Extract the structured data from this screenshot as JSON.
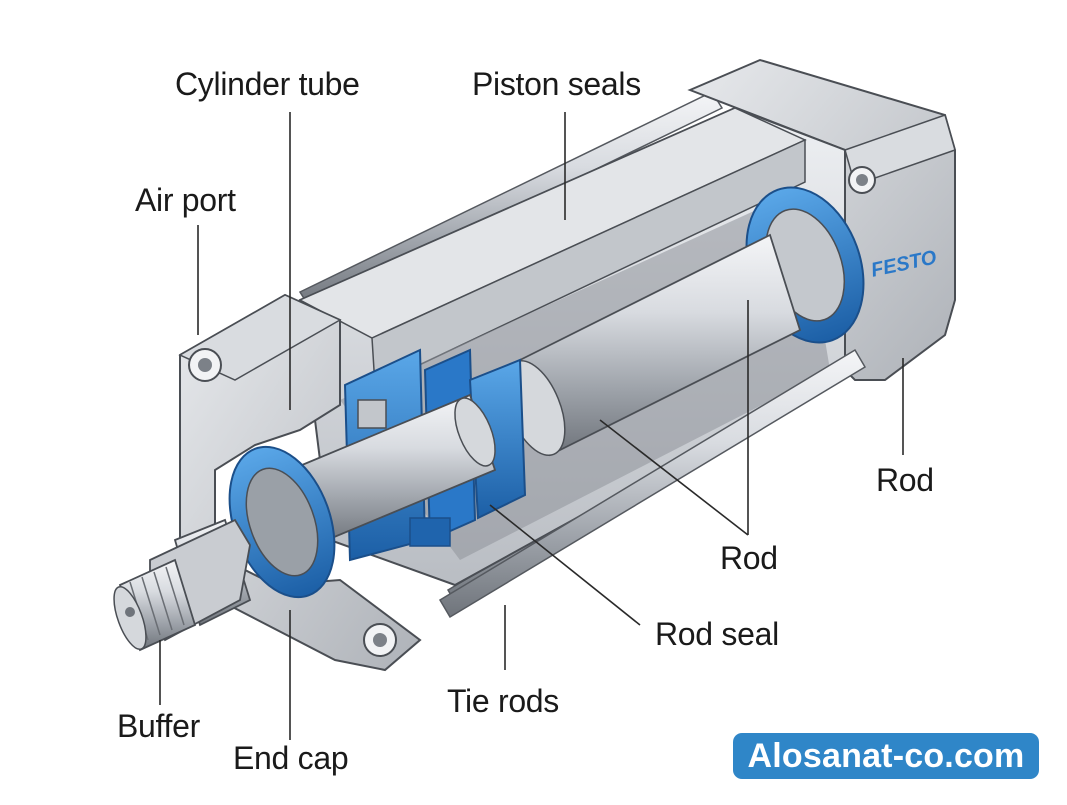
{
  "labels": {
    "cylinder_tube": "Cylinder tube",
    "piston_seals": "Piston seals",
    "air_port": "Air port",
    "rod_right": "Rod",
    "rod_center": "Rod",
    "rod_seal": "Rod seal",
    "tie_rods": "Tie rods",
    "buffer": "Buffer",
    "end_cap": "End cap"
  },
  "brand_mark": "FESTO",
  "watermark": "Alosanat-co.com",
  "colors": {
    "seal_blue": "#2a78c8",
    "metal": "#c9ccd1",
    "watermark_bg": "#2f86c8"
  }
}
